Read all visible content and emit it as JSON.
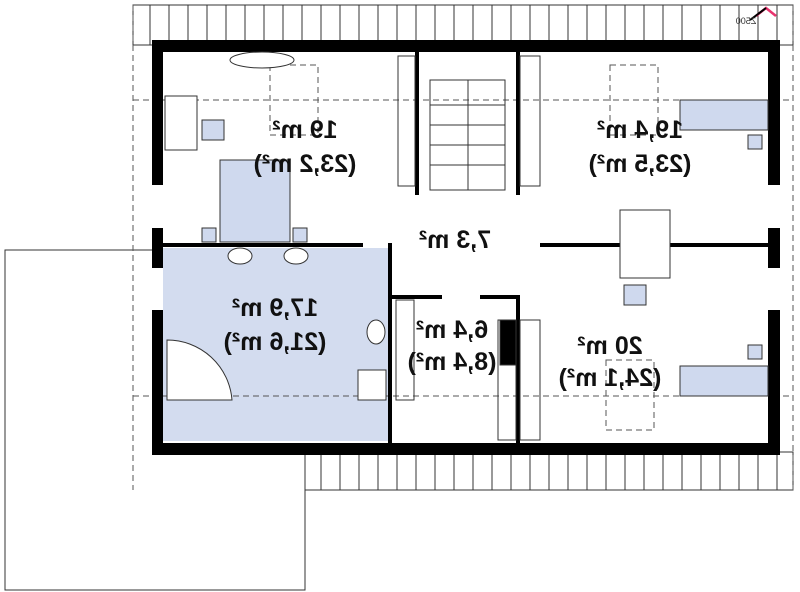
{
  "logo": {
    "text": "Z500",
    "accent": "#e8336e"
  },
  "colors": {
    "wall": "#000000",
    "bathroom": "#d3dcef",
    "furniture": "#cfd9ee"
  },
  "rooms": [
    {
      "id": "bedroom-top-left",
      "area": "19 m²",
      "gross": "(23,2 m²)"
    },
    {
      "id": "bedroom-top-right",
      "area": "19,4 m²",
      "gross": "(23,5 m²)"
    },
    {
      "id": "hall",
      "area": "7,3 m²"
    },
    {
      "id": "bathroom",
      "area": "17,9 m²",
      "gross": "(21,6 m²)"
    },
    {
      "id": "storage",
      "area": "6,4 m²",
      "gross": "(8,4 m²)"
    },
    {
      "id": "bedroom-bottom-right",
      "area": "20 m²",
      "gross": "(24,1 m²)"
    }
  ]
}
